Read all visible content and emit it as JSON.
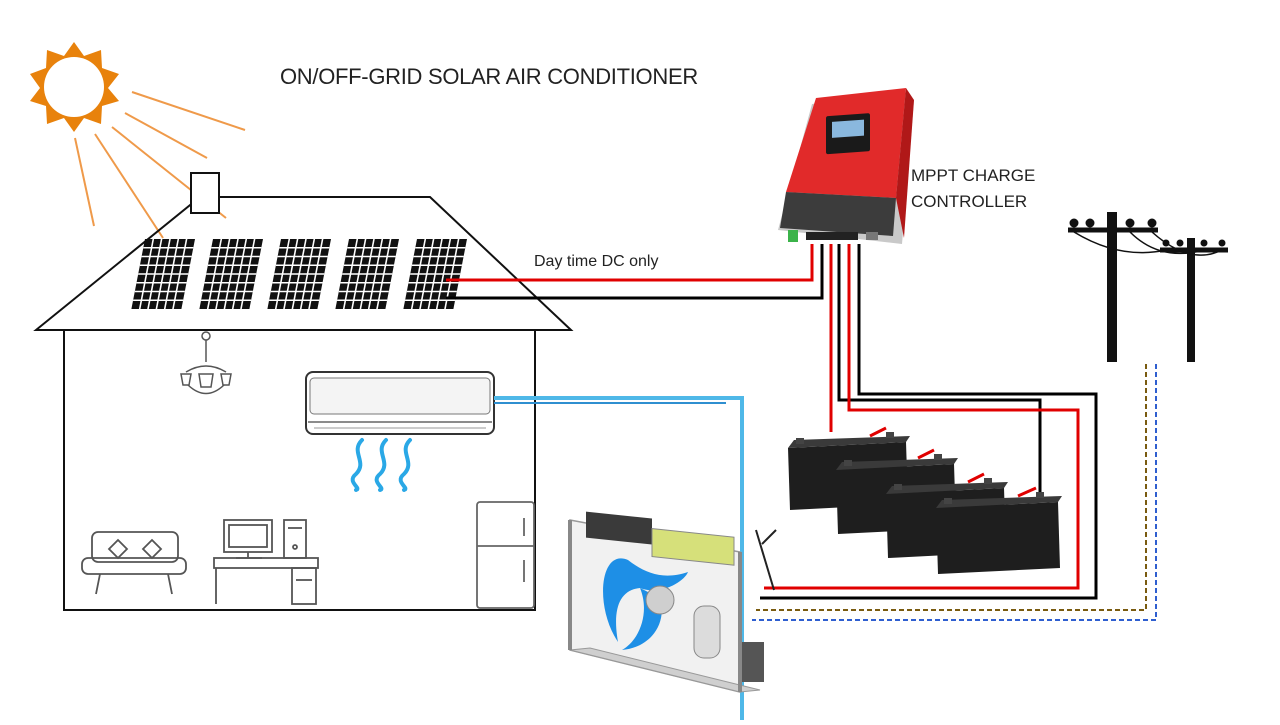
{
  "diagram": {
    "title": "ON/OFF-GRID SOLAR AIR CONDITIONER",
    "controller_label_line1": "MPPT CHARGE",
    "controller_label_line2": "CONTROLLER",
    "wire_label": "Day time DC only"
  },
  "colors": {
    "sun": "#e8820c",
    "sun_rays": "#ef9a4a",
    "dc_positive": "#e00000",
    "dc_negative": "#000000",
    "refrigerant_line": "#4fb8e8",
    "ac_brown": "#7a5b10",
    "ac_blue": "#2f5fd0",
    "controller_red": "#e02a2a",
    "controller_dark": "#3a3a3a",
    "fan_blue": "#1e8fe6",
    "battery": "#262626"
  },
  "icons": [
    "sun-icon",
    "solar-panel-icon",
    "chandelier-icon",
    "indoor-ac-unit-icon",
    "sofa-icon",
    "computer-desk-icon",
    "refrigerator-icon",
    "charge-controller-icon",
    "battery-icon",
    "utility-pole-icon",
    "outdoor-compressor-unit-icon"
  ]
}
